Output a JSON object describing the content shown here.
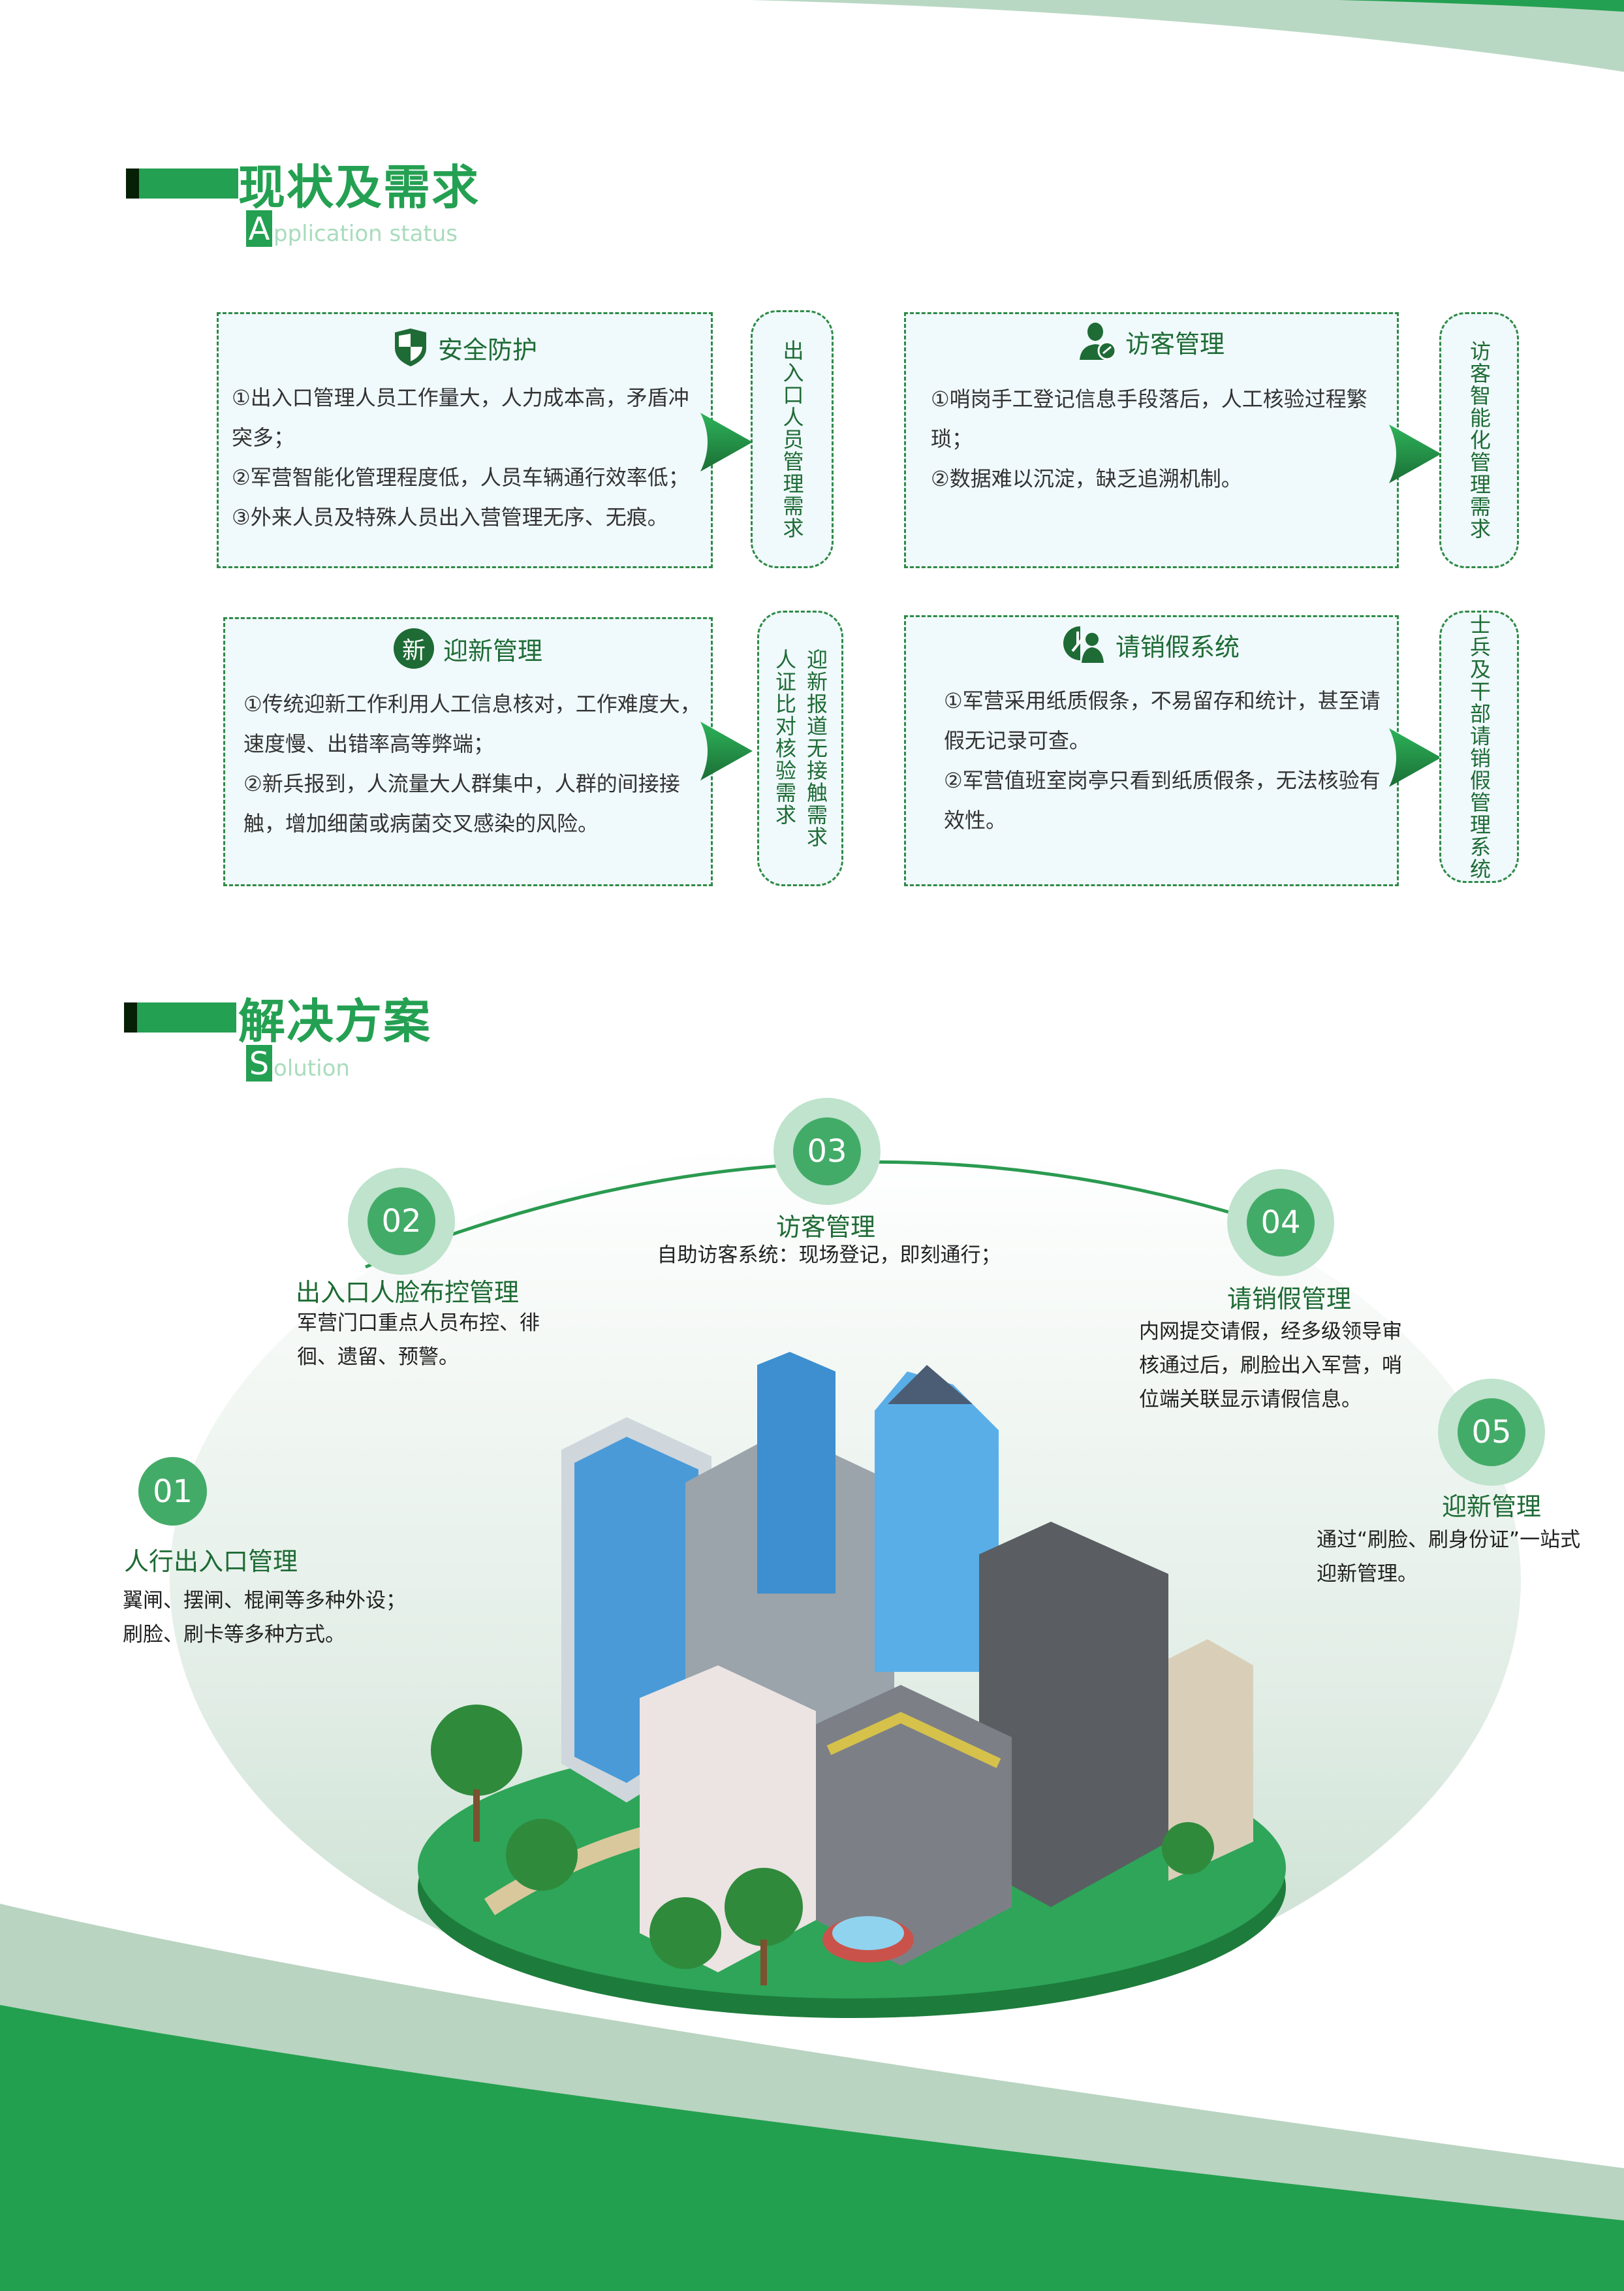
{
  "colors": {
    "accent": "#24a052",
    "dark_green": "#1e6b35",
    "card_bg": "#f0f9fc"
  },
  "status_section": {
    "title": "现状及需求",
    "subtitle_cap": "A",
    "subtitle_rest": "pplication status",
    "cards": [
      {
        "icon": "shield-icon",
        "title": "安全防护",
        "lines": [
          "①出入口管理人员工作量大，人力成本高，矛盾冲突多；",
          "②军营智能化管理程度低，人员车辆通行效率低；",
          "③外来人员及特殊人员出入营管理无序、无痕。"
        ],
        "need": "出入口人员管理需求"
      },
      {
        "icon": "visitor-icon",
        "title": "访客管理",
        "lines": [
          "①哨岗手工登记信息手段落后，人工核验过程繁琐；",
          "②数据难以沉淀，缺乏追溯机制。"
        ],
        "need": "访客智能化管理需求"
      },
      {
        "icon": "new-badge-icon",
        "icon_text": "新",
        "title": "迎新管理",
        "lines": [
          "①传统迎新工作利用人工信息核对，工作难度大，速度慢、出错率高等弊端；",
          "②新兵报到，人流量大人群集中，人群的间接接触，增加细菌或病菌交叉感染的风险。"
        ],
        "need": [
          "迎新报道无接触需求",
          "人证比对核验需求"
        ]
      },
      {
        "icon": "leave-icon",
        "title": "请销假系统",
        "lines": [
          "①军营采用纸质假条，不易留存和统计，甚至请假无记录可查。",
          "②军营值班室岗亭只看到纸质假条，无法核验有效性。"
        ],
        "need": "士兵及干部请销假管理系统"
      }
    ]
  },
  "solution_section": {
    "title": "解决方案",
    "subtitle_cap": "S",
    "subtitle_rest": "olution",
    "items": [
      {
        "num": "01",
        "title": "人行出入口管理",
        "desc": [
          "翼闸、摆闸、棍闸等多种外设；",
          "刷脸、刷卡等多种方式。"
        ]
      },
      {
        "num": "02",
        "title": "出入口人脸布控管理",
        "desc": [
          "军营门口重点人员布控、徘",
          "徊、遗留、预警。"
        ]
      },
      {
        "num": "03",
        "title": "访客管理",
        "desc": [
          "自助访客系统：现场登记，即刻通行；"
        ]
      },
      {
        "num": "04",
        "title": "请销假管理",
        "desc": [
          "内网提交请假，经多级领导审",
          "核通过后，刷脸出入军营，哨",
          "位端关联显示请假信息。"
        ]
      },
      {
        "num": "05",
        "title": "迎新管理",
        "desc": [
          "通过“刷脸、刷身份证”一站式",
          "迎新管理。"
        ]
      }
    ]
  }
}
